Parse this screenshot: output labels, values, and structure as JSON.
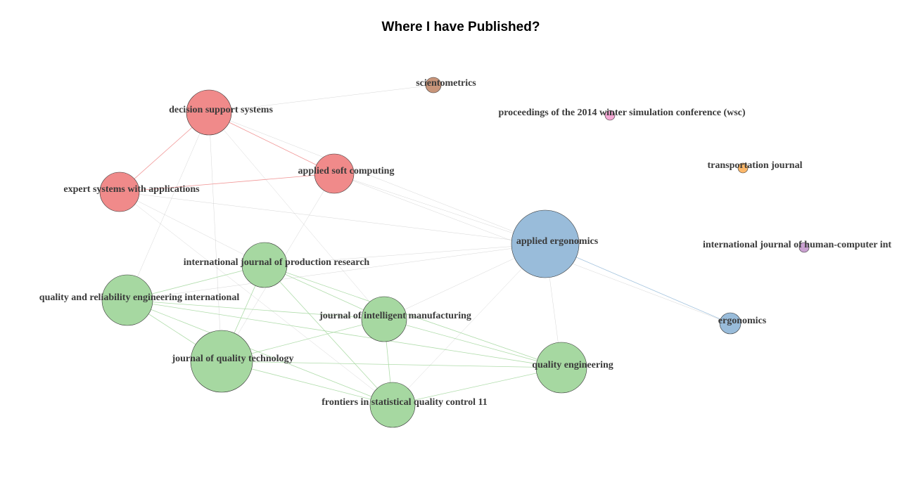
{
  "title": "Where I have Published?",
  "colors": {
    "cluster_red": "#F08A8A",
    "cluster_green": "#A6D8A1",
    "cluster_blue": "#99BCDA",
    "cluster_brown": "#C8957A",
    "cluster_pink": "#F5A9D5",
    "cluster_orange": "#FDB86A",
    "cluster_purple": "#C9A0D0"
  },
  "nodes": [
    {
      "id": "dss",
      "label": "decision support systems",
      "cluster": "cluster_red"
    },
    {
      "id": "asc",
      "label": "applied soft computing",
      "cluster": "cluster_red"
    },
    {
      "id": "eswa",
      "label": "expert systems with applications",
      "cluster": "cluster_red"
    },
    {
      "id": "scientometrics",
      "label": "scientometrics",
      "cluster": "cluster_brown"
    },
    {
      "id": "wsc",
      "label": "proceedings of the 2014 winter simulation conference (wsc)",
      "cluster": "cluster_pink"
    },
    {
      "id": "tj",
      "label": "transportation journal",
      "cluster": "cluster_orange"
    },
    {
      "id": "ae",
      "label": "applied ergonomics",
      "cluster": "cluster_blue"
    },
    {
      "id": "ijhci",
      "label": "international journal of human-computer int",
      "cluster": "cluster_purple"
    },
    {
      "id": "ergonomics",
      "label": "ergonomics",
      "cluster": "cluster_blue"
    },
    {
      "id": "ijpr",
      "label": "international journal of production research",
      "cluster": "cluster_green"
    },
    {
      "id": "qrei",
      "label": "quality and reliability engineering international",
      "cluster": "cluster_green"
    },
    {
      "id": "jim",
      "label": "journal of intelligent manufacturing",
      "cluster": "cluster_green"
    },
    {
      "id": "jqt",
      "label": "journal of quality technology",
      "cluster": "cluster_green"
    },
    {
      "id": "qe",
      "label": "quality engineering",
      "cluster": "cluster_green"
    },
    {
      "id": "fsqc",
      "label": "frontiers in statistical quality control 11",
      "cluster": "cluster_green"
    }
  ],
  "edges": [
    [
      "dss",
      "asc"
    ],
    [
      "dss",
      "eswa"
    ],
    [
      "asc",
      "eswa"
    ],
    [
      "dss",
      "scientometrics"
    ],
    [
      "dss",
      "ae"
    ],
    [
      "asc",
      "ae"
    ],
    [
      "eswa",
      "ae"
    ],
    [
      "dss",
      "jqt"
    ],
    [
      "dss",
      "qrei"
    ],
    [
      "dss",
      "jim"
    ],
    [
      "asc",
      "jqt"
    ],
    [
      "eswa",
      "ijpr"
    ],
    [
      "eswa",
      "fsqc"
    ],
    [
      "ae",
      "ergonomics"
    ],
    [
      "asc",
      "ergonomics"
    ],
    [
      "ae",
      "ijpr"
    ],
    [
      "ae",
      "qrei"
    ],
    [
      "ae",
      "jim"
    ],
    [
      "ae",
      "qe"
    ],
    [
      "ae",
      "fsqc"
    ],
    [
      "ijpr",
      "qrei"
    ],
    [
      "ijpr",
      "jim"
    ],
    [
      "ijpr",
      "jqt"
    ],
    [
      "ijpr",
      "qe"
    ],
    [
      "ijpr",
      "fsqc"
    ],
    [
      "qrei",
      "jim"
    ],
    [
      "qrei",
      "jqt"
    ],
    [
      "qrei",
      "qe"
    ],
    [
      "qrei",
      "fsqc"
    ],
    [
      "jim",
      "jqt"
    ],
    [
      "jim",
      "qe"
    ],
    [
      "jim",
      "fsqc"
    ],
    [
      "jqt",
      "qe"
    ],
    [
      "jqt",
      "fsqc"
    ],
    [
      "qe",
      "fsqc"
    ]
  ]
}
